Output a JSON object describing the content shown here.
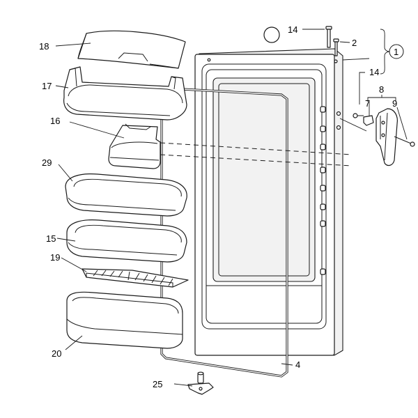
{
  "callouts": {
    "c14a": "14",
    "c2": "2",
    "c1": "1",
    "c14b": "14",
    "c8": "8",
    "c7": "7",
    "c9": "9",
    "c18": "18",
    "c17": "17",
    "c16": "16",
    "c29": "29",
    "c15": "15",
    "c19": "19",
    "c20": "20",
    "c4": "4",
    "c25": "25"
  }
}
